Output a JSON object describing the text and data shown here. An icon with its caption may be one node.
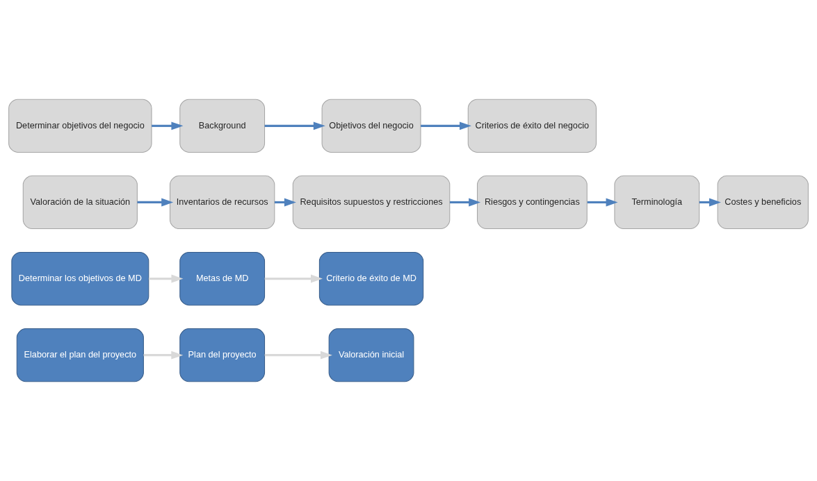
{
  "diagram": {
    "nodes": [
      {
        "text": [
          "Determinar objetivos del negocio"
        ]
      },
      {
        "text": [
          "Background"
        ]
      },
      {
        "text": [
          "Objetivos del negocio"
        ]
      },
      {
        "text": [
          "Criterios de éxito del negocio"
        ]
      },
      {
        "text": [
          "Valoración de la situación"
        ]
      },
      {
        "text": [
          "Inventarios de recursos"
        ]
      },
      {
        "text": [
          "Requisitos supuestos y restricciones"
        ]
      },
      {
        "text": [
          "Riesgos y contingencias"
        ]
      },
      {
        "text": [
          "Terminología"
        ]
      },
      {
        "text": [
          "Costes y beneficios"
        ]
      },
      {
        "text": [
          "Determinar los objetivos de MD"
        ]
      },
      {
        "text": [
          "Metas de MD"
        ]
      },
      {
        "text": [
          "Criterio de éxito de MD"
        ]
      },
      {
        "text": [
          "Elaborar el plan del proyecto"
        ]
      },
      {
        "text": [
          "Plan del proyecto"
        ]
      },
      {
        "text": [
          "Valoración inicial"
        ]
      }
    ],
    "edges": [
      {
        "from": 0,
        "to": 1,
        "arrow": "to"
      },
      {
        "from": 1,
        "to": 2,
        "arrow": "to"
      },
      {
        "from": 2,
        "to": 3,
        "arrow": "to"
      },
      {
        "from": 4,
        "to": 5,
        "arrow": "to"
      },
      {
        "from": 5,
        "to": 6,
        "arrow": "to"
      },
      {
        "from": 6,
        "to": 7,
        "arrow": "to"
      },
      {
        "from": 7,
        "to": 8,
        "arrow": "to"
      },
      {
        "from": 8,
        "to": 9,
        "arrow": "to"
      },
      {
        "from": 10,
        "to": 11,
        "arrow": "to",
        "color": "#d9d9d9"
      },
      {
        "from": 11,
        "to": 12,
        "arrow": "to",
        "color": "#d9d9d9"
      },
      {
        "from": 13,
        "to": 14,
        "arrow": "to",
        "color": "#d9d9d9"
      },
      {
        "from": 14,
        "to": 15,
        "arrow": "to",
        "color": "#d9d9d9"
      }
    ]
  }
}
